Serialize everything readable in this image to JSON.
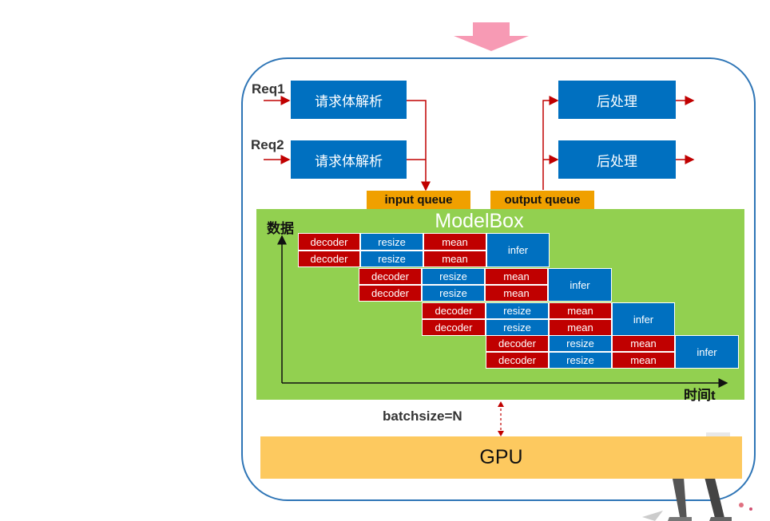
{
  "requests": [
    {
      "label": "Req1",
      "parse_label": "请求体解析"
    },
    {
      "label": "Req2",
      "parse_label": "请求体解析"
    }
  ],
  "postprocess": [
    {
      "label": "后处理"
    },
    {
      "label": "后处理"
    }
  ],
  "queues": {
    "input": "input queue",
    "output": "output queue"
  },
  "modelbox": {
    "title": "ModelBox",
    "y_axis_label": "数据",
    "x_axis_label": "时间t",
    "pipeline_stages": {
      "decoder": "decoder",
      "resize": "resize",
      "mean": "mean",
      "infer": "infer"
    }
  },
  "batch_label": "batchsize=N",
  "gpu_label": "GPU",
  "colors": {
    "blue": "#0070c0",
    "red": "#c00000",
    "green": "#92d050",
    "orange": "#f0a000",
    "gpu": "#fdc95f",
    "arrow_pink": "#f79ab4",
    "frame": "#2e75b6"
  }
}
